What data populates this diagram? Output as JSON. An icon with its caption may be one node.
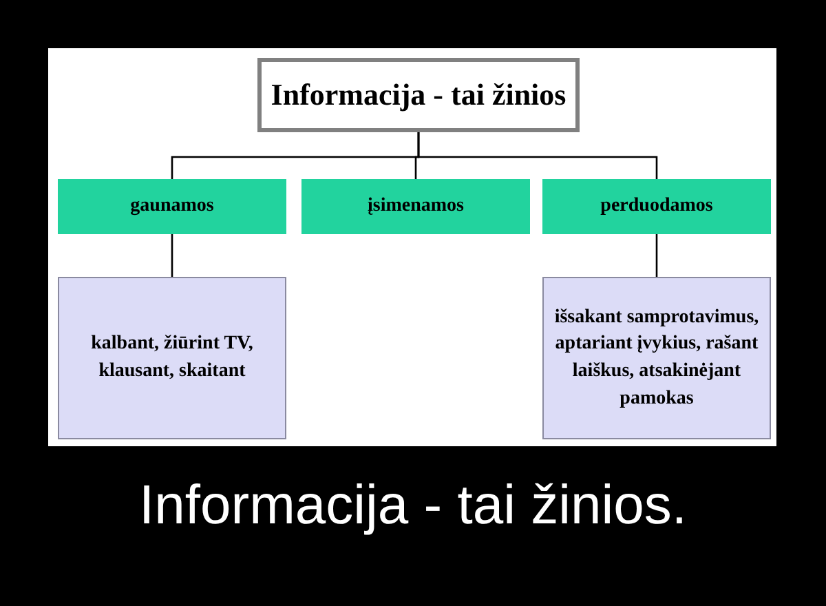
{
  "diagram": {
    "caption": "Informacija - tai žinios.",
    "nodes": [
      {
        "text": [
          "Informacija - tai žinios"
        ]
      },
      {
        "text": [
          "gaunamos"
        ]
      },
      {
        "text": [
          "įsimenamos"
        ]
      },
      {
        "text": [
          "perduodamos"
        ]
      },
      {
        "text": [
          "kalbant, žiūrint TV, klausant, skaitant"
        ]
      },
      {
        "text": [
          "išsakant samprotavimus, aptariant įvykius, rašant laiškus, atsakinėjant pamokas"
        ]
      }
    ],
    "edges": [
      {
        "from": 0,
        "to": 1,
        "arrow": "none"
      },
      {
        "from": 0,
        "to": 2,
        "arrow": "none"
      },
      {
        "from": 0,
        "to": 3,
        "arrow": "none"
      },
      {
        "from": 1,
        "to": 4,
        "arrow": "none"
      },
      {
        "from": 3,
        "to": 5,
        "arrow": "none"
      }
    ]
  }
}
